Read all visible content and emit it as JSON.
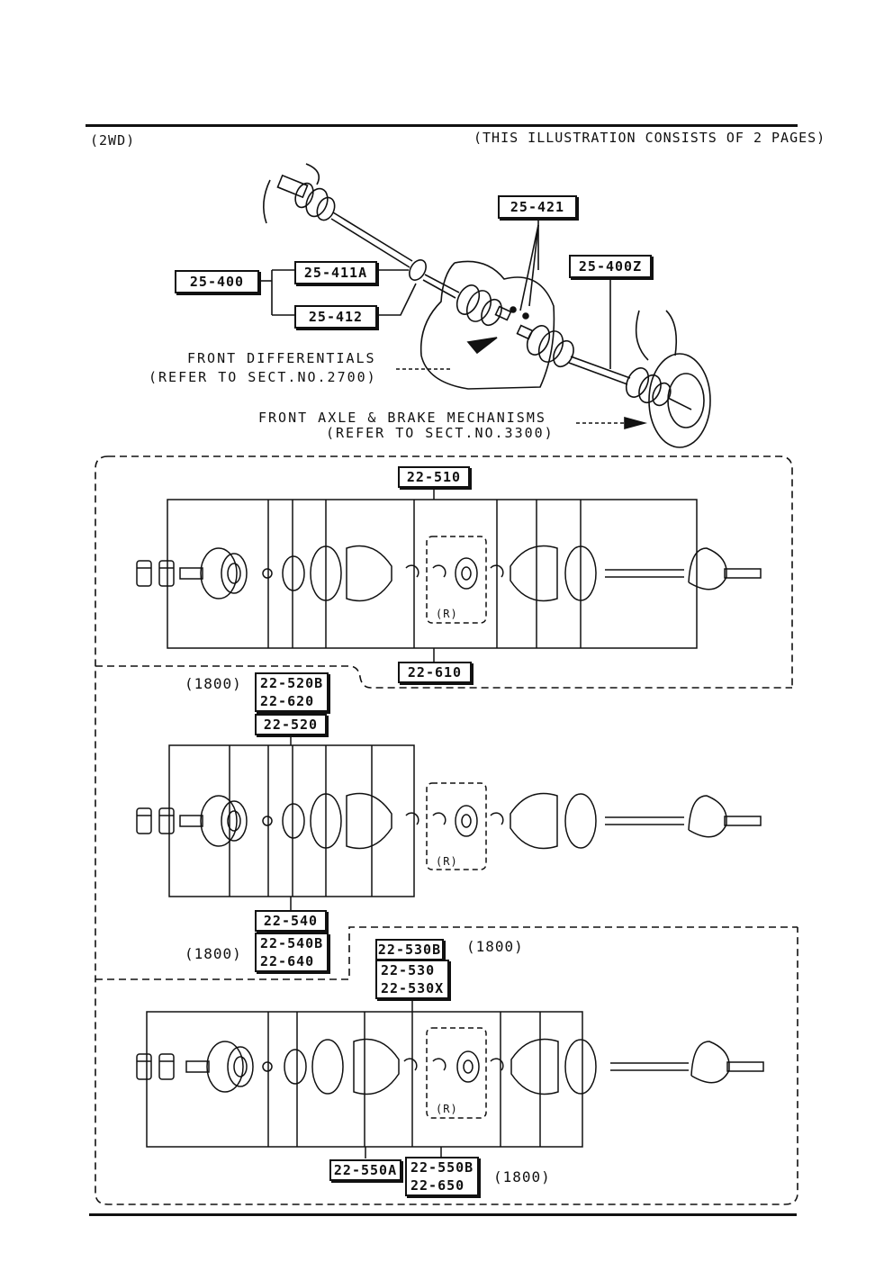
{
  "header": {
    "left": "(2WD)",
    "right": "(THIS ILLUSTRATION CONSISTS OF  2 PAGES)"
  },
  "overview": {
    "part_25_400": "25-400",
    "part_25_411A": "25-411A",
    "part_25_412": "25-412",
    "part_25_421": "25-421",
    "part_25_400Z": "25-400Z",
    "diff_note_line1": "FRONT DIFFERENTIALS",
    "diff_note_line2": "(REFER TO SECT.NO.2700)",
    "axle_note_line1": "FRONT AXLE & BRAKE MECHANISMS",
    "axle_note_line2": "(REFER TO SECT.NO.3300)"
  },
  "section1": {
    "top_label": "22-510",
    "bottom_label": "22-610",
    "r_mark": "(R)"
  },
  "section2": {
    "variant": "(1800)",
    "top_stack": [
      "22-520B",
      "22-620"
    ],
    "top_label": "22-520",
    "bottom_label": "22-540",
    "bottom_stack": [
      "22-540B",
      "22-640"
    ],
    "bottom_variant": "(1800)",
    "r_mark": "(R)"
  },
  "section3": {
    "top_label_b": "22-530B",
    "top_variant": "(1800)",
    "top_stack": [
      "22-530",
      "22-530X"
    ],
    "bottom_label_a": "22-550A",
    "bottom_stack": [
      "22-550B",
      "22-650"
    ],
    "bottom_variant": "(1800)",
    "r_mark": "(R)"
  }
}
